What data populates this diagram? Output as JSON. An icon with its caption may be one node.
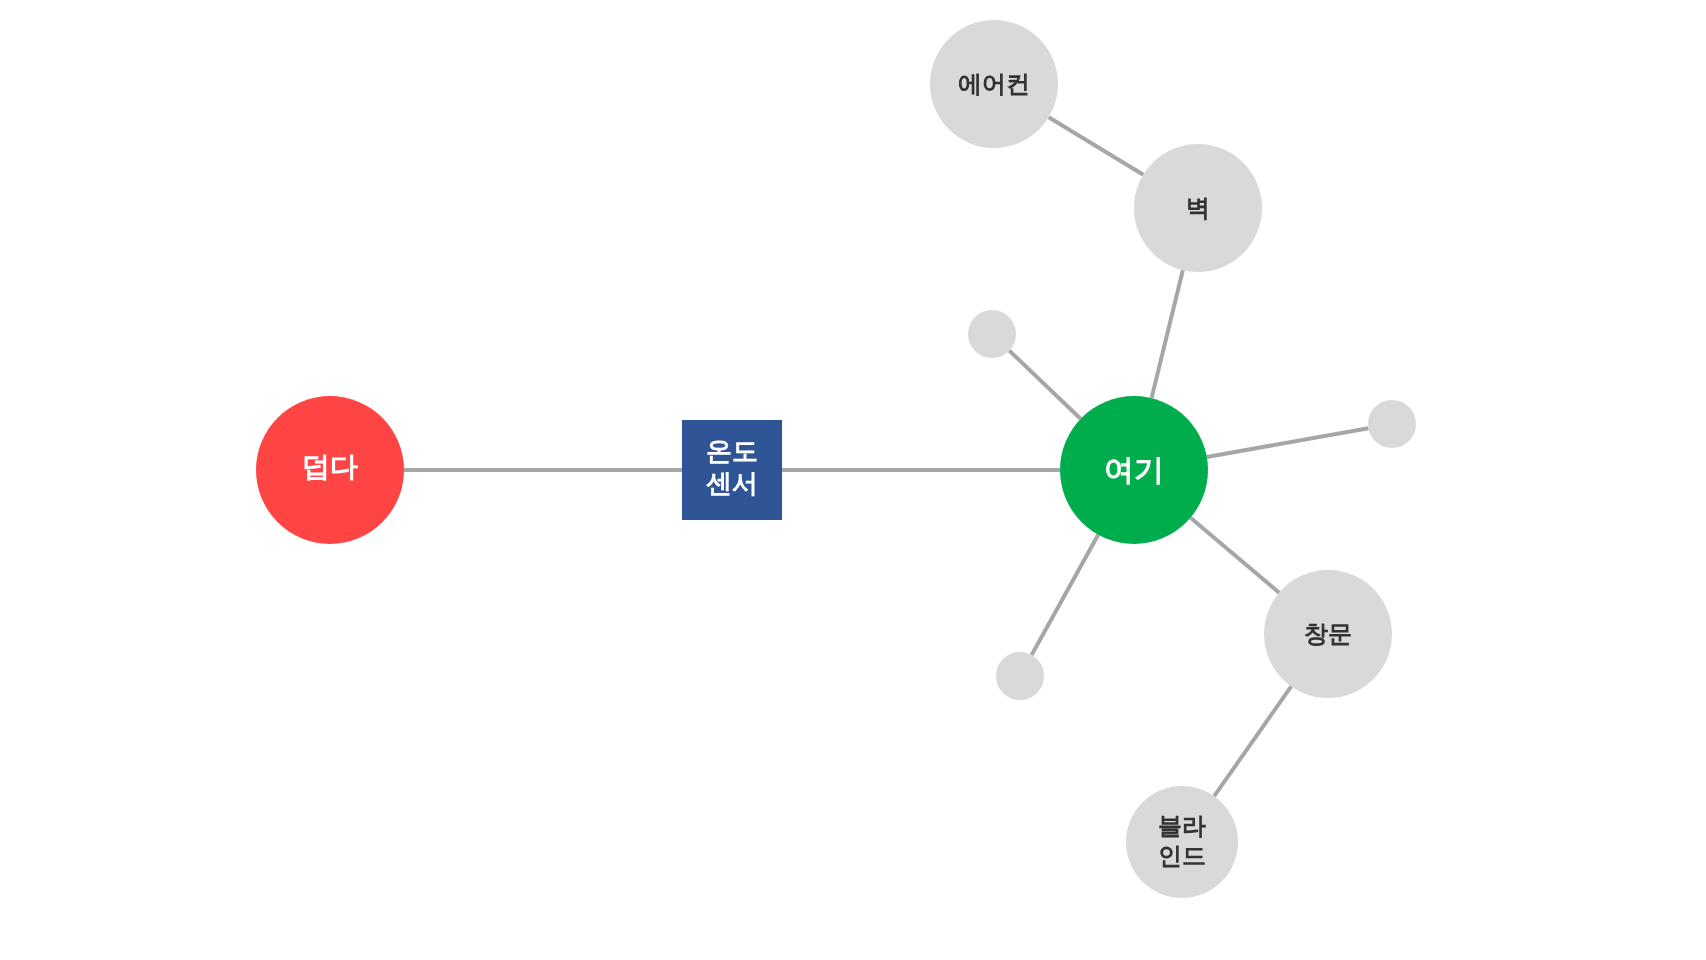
{
  "diagram": {
    "nodes": [
      {
        "text": [
          "덥다"
        ]
      },
      {
        "text": [
          "온도 센서"
        ]
      },
      {
        "text": [
          "여기"
        ]
      },
      {
        "text": [
          "에어컨"
        ]
      },
      {
        "text": [
          "벽"
        ]
      },
      {
        "text": [],
        "shape": "circle"
      },
      {
        "text": [],
        "shape": "circle"
      },
      {
        "text": [
          "창문"
        ]
      },
      {
        "text": [],
        "shape": "circle"
      },
      {
        "text": [
          "블라인드"
        ]
      }
    ],
    "edges": [
      {
        "from": 0,
        "to": 1,
        "arrow": "none"
      },
      {
        "from": 1,
        "to": 2,
        "arrow": "none"
      },
      {
        "from": 2,
        "to": 4,
        "arrow": "none"
      },
      {
        "from": 4,
        "to": 3,
        "arrow": "none"
      },
      {
        "from": 2,
        "to": 5,
        "arrow": "none"
      },
      {
        "from": 2,
        "to": 6,
        "arrow": "none"
      },
      {
        "from": 2,
        "to": 7,
        "arrow": "none"
      },
      {
        "from": 7,
        "to": 9,
        "arrow": "none"
      },
      {
        "from": 2,
        "to": 8,
        "arrow": "none"
      }
    ]
  }
}
